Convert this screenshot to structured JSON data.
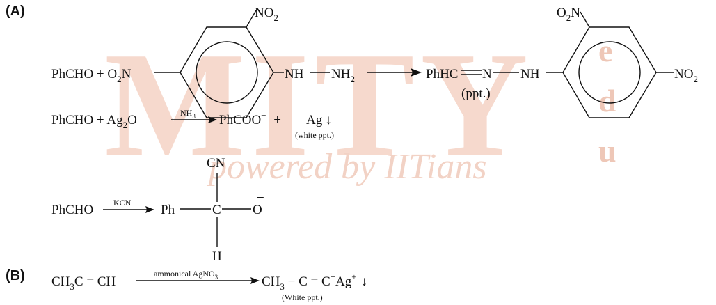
{
  "labels": {
    "a": "(A)",
    "b": "(B)"
  },
  "watermark": {
    "brand": "MITY",
    "side": [
      "e",
      "d",
      "u"
    ],
    "tagline": "powered by IITians",
    "color": "#f2c9b8",
    "color_dark": "#e8a88f"
  },
  "rxn1": {
    "lhs_reagent": "PhCHO + O",
    "lhs_reagent_sub": "2",
    "lhs_N": "N",
    "no2_top_1": "NO",
    "no2_top_1_sub": "2",
    "nh": "NH",
    "nh2": "NH",
    "nh2_sub": "2",
    "product_phhc": "PhHC",
    "product_n": "N",
    "product_nh": "NH",
    "ppt": "(ppt.)",
    "o2n_top": "O",
    "o2n_top_sub": "2",
    "o2n_top_N": "N",
    "no2_right": "NO",
    "no2_right_sub": "2"
  },
  "rxn2": {
    "reactant": "PhCHO + Ag",
    "reactant_sub": "2",
    "reactant_O": "O",
    "reagent": "NH",
    "reagent_sub": "3",
    "product": "PhCOO",
    "product_sup": "−",
    "plus": "+",
    "ag": "Ag",
    "arrow_down": "↓",
    "note": "(white ppt.)"
  },
  "rxn3": {
    "reactant": "PhCHO",
    "reagent": "KCN",
    "ph": "Ph",
    "c": "C",
    "o": "O",
    "o_charge": "−",
    "cn": "CN",
    "h": "H"
  },
  "rxnB": {
    "reactant_pre": "CH",
    "reactant_sub": "3",
    "reactant_post": "C ≡ CH",
    "reagent": "ammonical AgNO",
    "reagent_sub": "3",
    "product_pre": "CH",
    "product_sub": "3",
    "product_post": " − C ≡ C",
    "product_sup": "−",
    "product_ag": "Ag",
    "product_ag_sup": "+",
    "arrow_down": "↓",
    "note": "(White ppt.)"
  }
}
